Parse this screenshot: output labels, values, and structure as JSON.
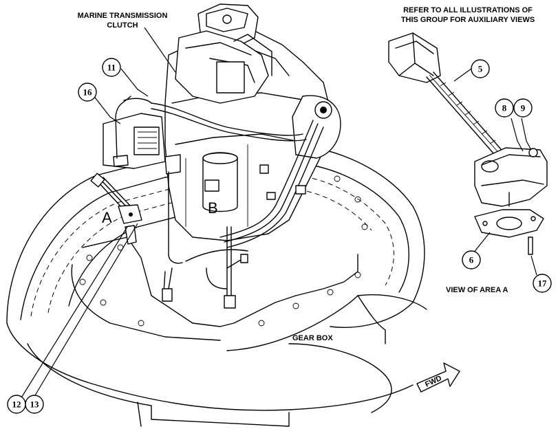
{
  "labels": {
    "marine_transmission_line1": "MARINE TRANSMISSION",
    "marine_transmission_line2": "CLUTCH",
    "refer_line1": "REFER TO ALL ILLUSTRATIONS OF",
    "refer_line2": "THIS GROUP FOR AUXILIARY VIEWS",
    "view_of_area": "VIEW OF AREA  A",
    "gear_box": "GEAR BOX",
    "fwd": "FWD",
    "area_a": "A",
    "area_b": "B"
  },
  "callouts": {
    "c5": "5",
    "c6": "6",
    "c8": "8",
    "c9": "9",
    "c11": "11",
    "c12": "12",
    "c13": "13",
    "c16": "16",
    "c17": "17"
  }
}
